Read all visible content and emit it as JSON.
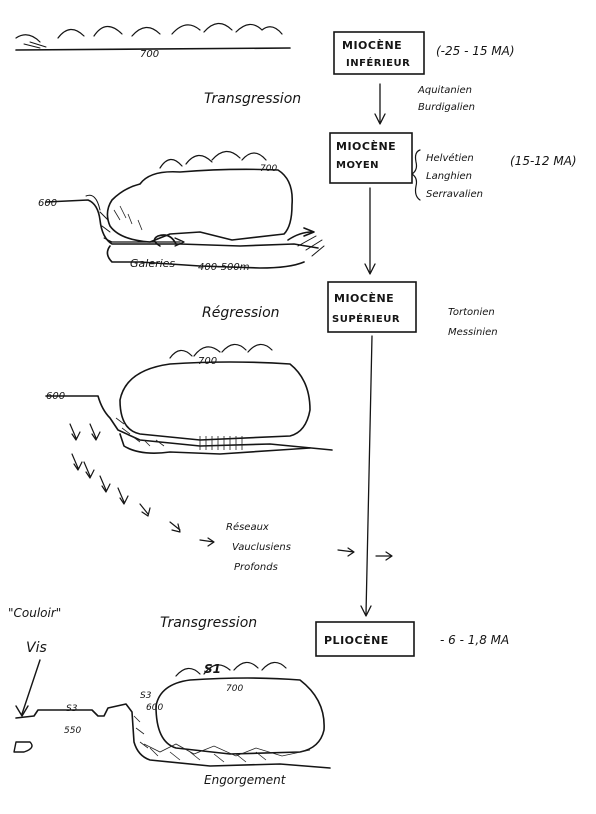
{
  "stages": [
    {
      "label": "MIOCÈNE",
      "sublabel": "INFÉRIEUR",
      "age": "(-25 - 15 MA)",
      "stages_list": [
        "Aquitanien",
        "Burdigalien"
      ]
    },
    {
      "label": "MIOCÈNE",
      "sublabel": "MOYEN",
      "age": "(15-12 MA)",
      "stages_list": [
        "Helvétien",
        "Langhien",
        "Serravalien"
      ]
    },
    {
      "label": "MIOCÈNE",
      "sublabel": "SUPÉRIEUR",
      "age": "",
      "stages_list": [
        "Tortonien",
        "Messinien"
      ]
    },
    {
      "label": "PLIOCÈNE",
      "sublabel": "",
      "age": "- 6 - 1,8 MA",
      "stages_list": []
    }
  ],
  "events": {
    "e1": "Transgression",
    "e2": "Régression",
    "e3": "Transgression"
  },
  "sketch1": {
    "alt": "700"
  },
  "sketch2": {
    "alt_top": "700",
    "alt_left": "600",
    "galleries": "Galeries",
    "depth": "400-500m"
  },
  "sketch3": {
    "alt_top": "700",
    "alt_left": "600"
  },
  "reseaux": [
    "Réseaux",
    "Vauclusiens",
    "Profonds"
  ],
  "sketch4": {
    "couloir": "\"Couloir\"",
    "vis": "Vis",
    "s1": "S1",
    "s3a": "S3",
    "s3b": "S3",
    "n550": "550",
    "n600": "600",
    "n700": "700",
    "engorgement": "Engorgement"
  }
}
